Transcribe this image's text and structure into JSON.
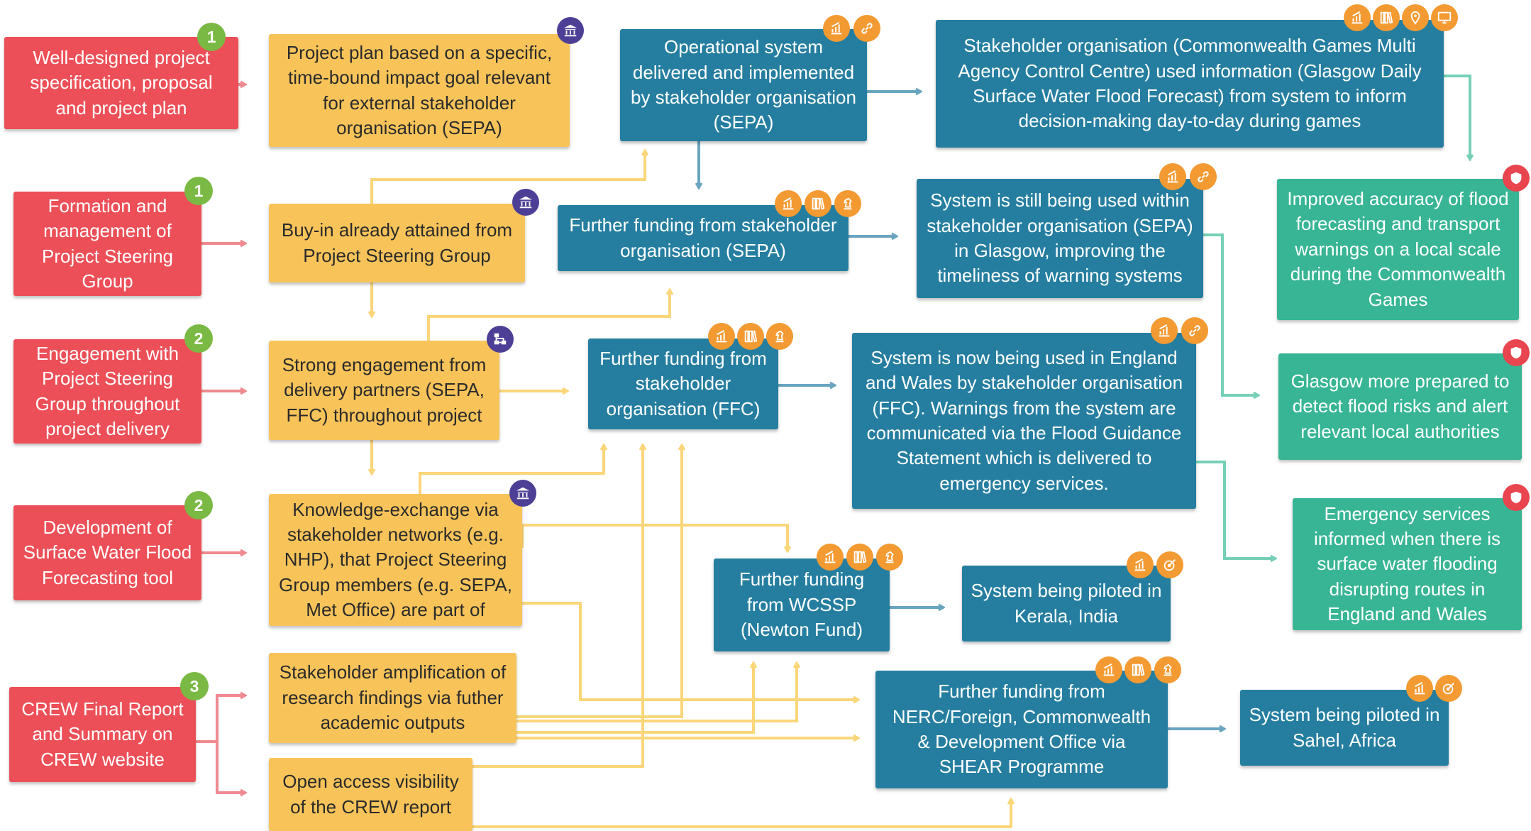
{
  "colors": {
    "input": "#ec4f57",
    "activity": "#f8c45a",
    "pathway": "#257ea0",
    "impact": "#37b595",
    "step_badge": "#7ab943",
    "pathway_icon": "#f39a32",
    "institution_icon": "#4d3f96",
    "impact_icon": "#e8454f"
  },
  "inputs": [
    {
      "text": "Well-designed project specification, proposal and project plan",
      "step": "1"
    },
    {
      "text": "Formation and management of Project Steering Group",
      "step": "1"
    },
    {
      "text": "Engagement with Project Steering Group throughout project delivery",
      "step": "2"
    },
    {
      "text": "Development of Surface Water Flood Forecasting tool",
      "step": "2"
    },
    {
      "text": "CREW Final Report and Summary on CREW website",
      "step": "3"
    }
  ],
  "activities": [
    {
      "text": "Project plan based on a specific, time-bound impact goal relevant for external stakeholder organisation (SEPA)",
      "icon": "institution-icon"
    },
    {
      "text": "Buy-in already attained from Project Steering Group",
      "icon": "institution-icon"
    },
    {
      "text": "Strong engagement from delivery partners (SEPA, FFC) throughout project",
      "icon": "network-icon"
    },
    {
      "text": "Knowledge-exchange via stakeholder networks (e.g. NHP), that Project Steering Group members (e.g. SEPA, Met Office) are part of",
      "icon": "institution-icon"
    },
    {
      "text": "Stakeholder amplification of research findings via futher academic outputs"
    },
    {
      "text": "Open access visibility of the CREW report"
    }
  ],
  "pathways": [
    {
      "text": "Operational system delivered and implemented by stakeholder organisation (SEPA)",
      "icons": [
        "chart-icon",
        "link-icon"
      ]
    },
    {
      "text": "Further funding from stakeholder organisation (SEPA)",
      "icons": [
        "chart-icon",
        "books-icon",
        "chess-knight-icon"
      ]
    },
    {
      "text": "Further funding  from  stakeholder organisation (FFC)",
      "icons": [
        "chart-icon",
        "books-icon",
        "chess-knight-icon"
      ]
    },
    {
      "text": "Further funding from WCSSP (Newton Fund)",
      "icons": [
        "chart-icon",
        "books-icon",
        "chess-knight-icon"
      ]
    },
    {
      "text": "Further funding from NERC/Foreign, Commonwealth & Development Office via SHEAR Programme",
      "icons": [
        "chart-icon",
        "books-icon",
        "chess-knight-icon"
      ]
    },
    {
      "text": "Stakeholder organisation (Commonwealth Games Multi Agency Control Centre) used information (Glasgow Daily Surface Water Flood Forecast) from system to inform decision-making day-to-day during games",
      "icons": [
        "chart-icon",
        "books-icon",
        "location-icon",
        "monitor-icon"
      ]
    },
    {
      "text": "System is still being used within stakeholder organisation (SEPA) in Glasgow, improving the timeliness of warning systems",
      "icons": [
        "chart-icon",
        "link-icon"
      ]
    },
    {
      "text": "System is now being used in England and Wales by stakeholder organisation (FFC). Warnings from the system are communicated via the Flood Guidance Statement which is delivered to emergency services.",
      "icons": [
        "chart-icon",
        "link-icon"
      ]
    },
    {
      "text": "System being piloted in Kerala, India",
      "icons": [
        "chart-icon",
        "target-icon"
      ]
    },
    {
      "text": "System being piloted in Sahel, Africa",
      "icons": [
        "chart-icon",
        "target-icon"
      ]
    }
  ],
  "impacts": [
    {
      "text": "Improved accuracy of flood forecasting and transport warnings on a local scale during the Commonwealth Games",
      "icon": "shield-icon"
    },
    {
      "text": "Glasgow more prepared to detect flood risks and alert relevant local authorities",
      "icon": "shield-icon"
    },
    {
      "text": "Emergency services informed when there is surface water flooding disrupting routes in England and Wales",
      "icon": "shield-icon"
    }
  ]
}
